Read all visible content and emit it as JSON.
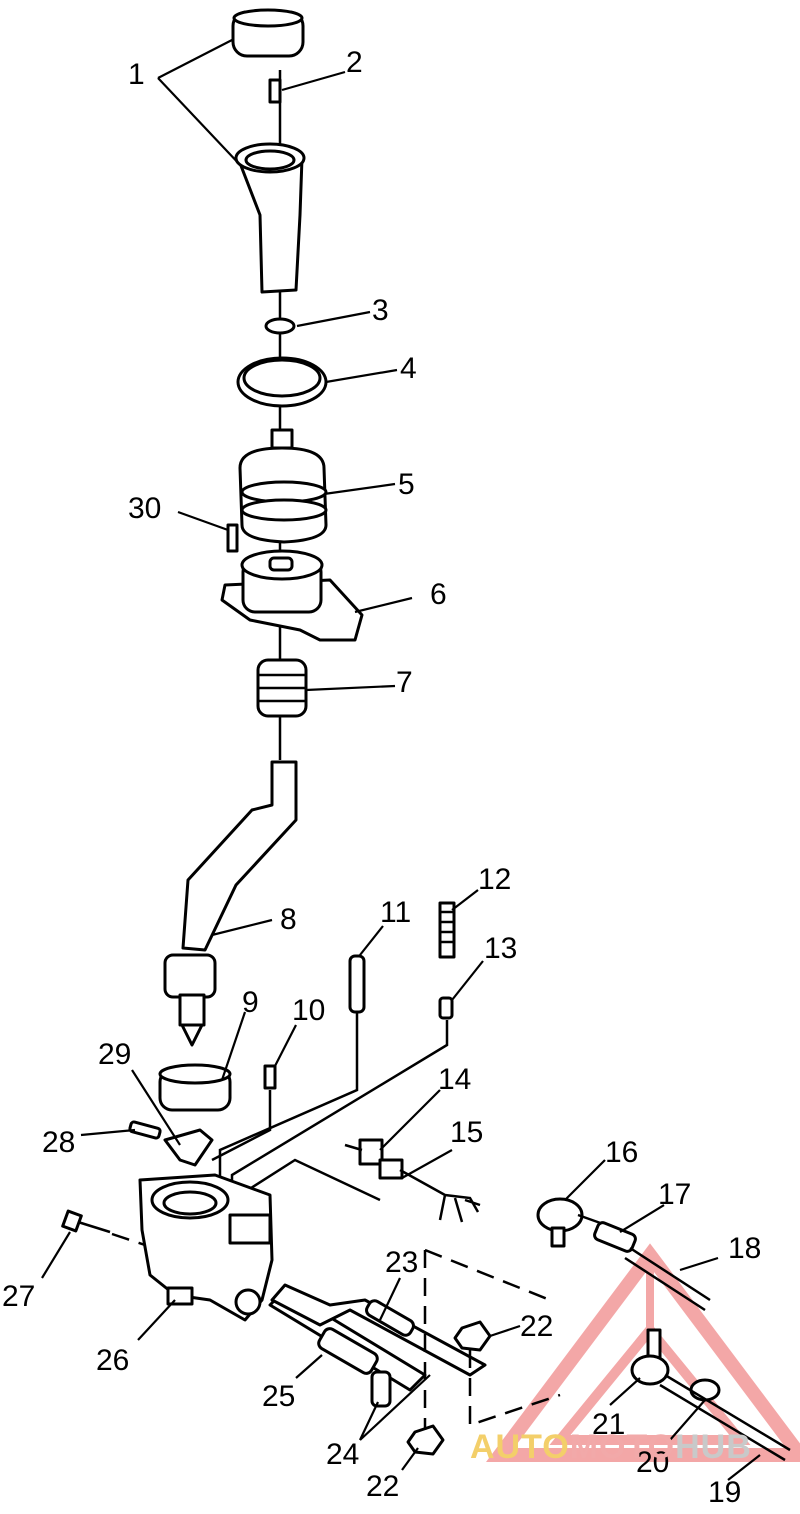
{
  "labels": [
    {
      "id": "1",
      "text": "1"
    },
    {
      "id": "2",
      "text": "2"
    },
    {
      "id": "3",
      "text": "3"
    },
    {
      "id": "4",
      "text": "4"
    },
    {
      "id": "5",
      "text": "5"
    },
    {
      "id": "30",
      "text": "30"
    },
    {
      "id": "6",
      "text": "6"
    },
    {
      "id": "7",
      "text": "7"
    },
    {
      "id": "8",
      "text": "8"
    },
    {
      "id": "11",
      "text": "11"
    },
    {
      "id": "12",
      "text": "12"
    },
    {
      "id": "13",
      "text": "13"
    },
    {
      "id": "9",
      "text": "9"
    },
    {
      "id": "10",
      "text": "10"
    },
    {
      "id": "29",
      "text": "29"
    },
    {
      "id": "14",
      "text": "14"
    },
    {
      "id": "15",
      "text": "15"
    },
    {
      "id": "28",
      "text": "28"
    },
    {
      "id": "16",
      "text": "16"
    },
    {
      "id": "17",
      "text": "17"
    },
    {
      "id": "18",
      "text": "18"
    },
    {
      "id": "27",
      "text": "27"
    },
    {
      "id": "23",
      "text": "23"
    },
    {
      "id": "22a",
      "text": "22"
    },
    {
      "id": "26",
      "text": "26"
    },
    {
      "id": "25",
      "text": "25"
    },
    {
      "id": "21",
      "text": "21"
    },
    {
      "id": "20",
      "text": "20"
    },
    {
      "id": "24",
      "text": "24"
    },
    {
      "id": "22b",
      "text": "22"
    },
    {
      "id": "19",
      "text": "19"
    }
  ],
  "watermark": {
    "part1": "AUTO",
    "part2": "MOTO",
    "part3": "HUB",
    "colors": {
      "triangle": "#f08a8a",
      "auto": "#f3cf6a",
      "moto": "#f2a9a9",
      "hub": "#c9c9c9"
    }
  }
}
